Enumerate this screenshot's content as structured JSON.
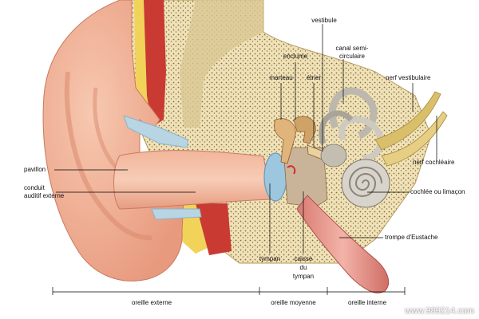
{
  "labels": {
    "vestibule": "vestibule",
    "enclume": "enclume",
    "canal_line1": "canal semi-",
    "canal_line2": "circulaire",
    "nerf_vestibulaire": "nerf vestibulaire",
    "marteau": "marteau",
    "etrier": "étrier",
    "pavillon": "pavillon",
    "conduit_line1": "conduit",
    "conduit_line2": "auditif externe",
    "nerf_cochleaire": "nerf cochléaire",
    "cochlee": "cochlée ou limaçon",
    "trompe": "trompe d'Eustache",
    "tympan": "tympan",
    "caisse_line1": "caisse",
    "caisse_line2": "du",
    "caisse_line3": "tympan"
  },
  "regions": {
    "externe": "oreille externe",
    "moyenne": "oreille moyenne",
    "interne": "oreille interne"
  },
  "watermark": "www.989214.com",
  "colors": {
    "skin": "#f2b59a",
    "skin_dark": "#d98a6e",
    "bone": "#efe2b8",
    "bone_dots": "#8c6a3a",
    "muscle": "#c93a33",
    "fat": "#f2d35a",
    "membrane": "#9cc7df",
    "cochlea": "#d8d4cc",
    "nerve": "#d9bf6a"
  }
}
